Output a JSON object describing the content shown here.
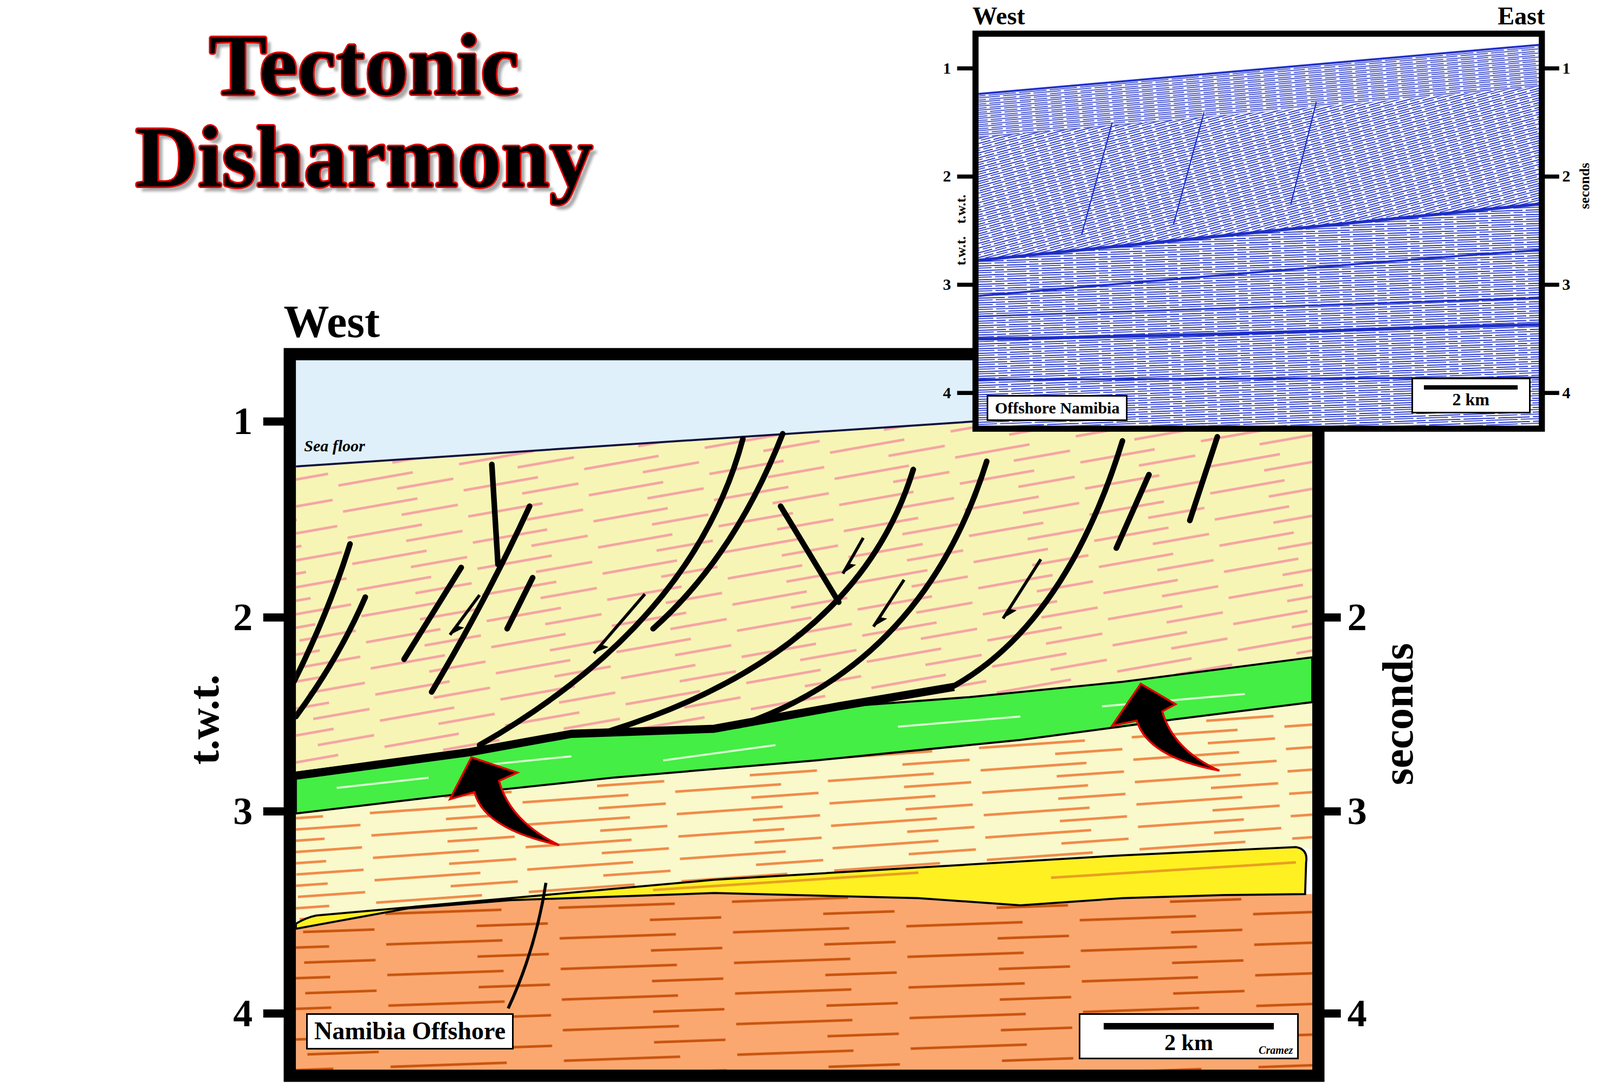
{
  "diagram": {
    "title": "Tectonic Disharmony",
    "nodes": [
      {
        "text": [
          "West"
        ]
      },
      {
        "text": [
          "Namibia Offshore"
        ],
        "in": 0
      },
      {
        "text": [
          "2 km",
          "Cramez"
        ],
        "in": 0
      },
      {
        "text": [
          "West",
          "East"
        ]
      },
      {
        "text": [
          "Offshore Namibia"
        ],
        "in": 3
      },
      {
        "text": [
          "2 km"
        ],
        "in": 3
      }
    ],
    "labels": [
      "1",
      "2",
      "3",
      "4",
      "t.w.t.",
      "2",
      "3",
      "4",
      "seconds",
      "Sea floor",
      "1",
      "2",
      "3",
      "4",
      "t.w.t.",
      "t.w.t.",
      "1",
      "2",
      "3",
      "4",
      "seconds"
    ]
  }
}
